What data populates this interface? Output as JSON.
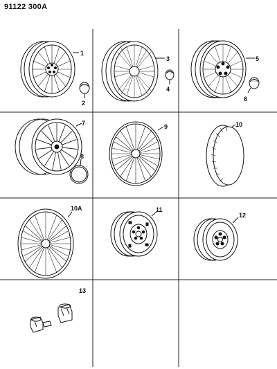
{
  "header": {
    "code": "91122 300A"
  },
  "callouts": {
    "c1": "1",
    "c2": "2",
    "c3": "3",
    "c4": "4",
    "c5": "5",
    "c6": "6",
    "c7": "7",
    "c8": "8",
    "c9": "9",
    "c10": "10",
    "c10a": "10A",
    "c11": "11",
    "c12": "12",
    "c13": "13"
  },
  "colors": {
    "ink": "#111111",
    "paper": "#ffffff"
  },
  "icons": [
    "wire-spoke-wheel-icon",
    "center-cap-icon",
    "lattice-wheel-icon",
    "turbine-wheel-icon",
    "hubcap-icon",
    "wheel-cover-icon",
    "steel-wheel-icon",
    "lug-nut-icon"
  ]
}
